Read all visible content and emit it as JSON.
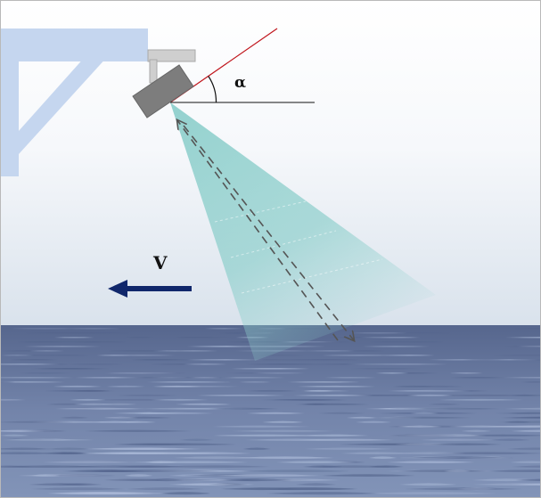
{
  "labels": {
    "angle": "α",
    "velocity": "V"
  },
  "icons": {
    "sensor": "radar-sensor-icon",
    "mount": "bracket-mount",
    "beam": "radar-beam",
    "velocity_arrow": "arrow-left-icon"
  },
  "colors": {
    "sky_top": "#ffffff",
    "sky_bottom": "#d9e2ec",
    "water": "#6d7fa7",
    "water_dark": "#51628a",
    "water_light": "#a9b8d6",
    "bracket": "#c5d6ef",
    "sensor_body": "#7d7d7d",
    "sensor_plate": "#cfcfcf",
    "beam": "#8ecfcc",
    "tilt_line": "#c0151c",
    "arrow": "#10276b"
  }
}
